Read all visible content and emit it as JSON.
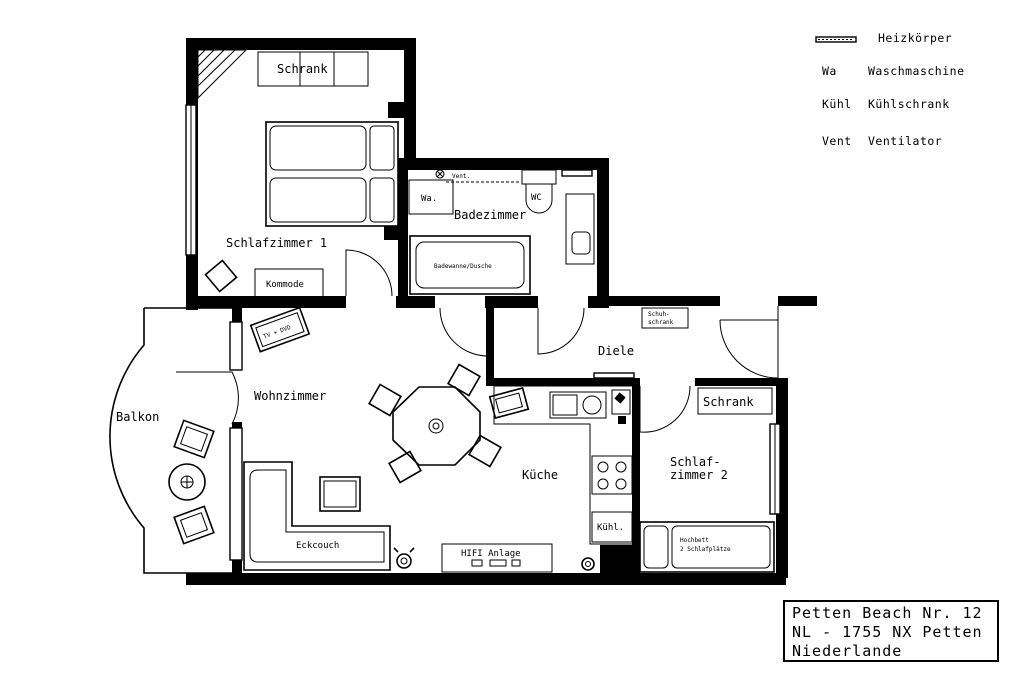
{
  "legend": {
    "heater_label": "Heizkörper",
    "items": [
      {
        "code": "Wa",
        "label": "Waschmaschine"
      },
      {
        "code": "Kühl",
        "label": "Kühlschrank"
      },
      {
        "code": "Vent",
        "label": "Ventilator"
      }
    ]
  },
  "rooms": {
    "schlafzimmer1": "Schlafzimmer 1",
    "badezimmer": "Badezimmer",
    "wohnzimmer": "Wohnzimmer",
    "balkon": "Balkon",
    "diele": "Diele",
    "kueche": "Küche",
    "schlafzimmer2_line1": "Schlaf-",
    "schlafzimmer2_line2": "zimmer 2"
  },
  "furniture": {
    "schrank1": "Schrank",
    "kommode": "Kommode",
    "wa": "Wa.",
    "vent": "Vent.",
    "wc": "WC",
    "bathtub": "Badewanne/Dusche",
    "tv": "TV + DVD",
    "schuhschrank_line1": "Schuh-",
    "schuhschrank_line2": "schrank",
    "schrank2": "Schrank",
    "kuehl": "Kühl.",
    "hochbett_line1": "Hochbett",
    "hochbett_line2": "2 Schlafplätze",
    "eckcouch": "Eckcouch",
    "hifi": "HIFI Anlage"
  },
  "address": {
    "line1": "Petten Beach Nr. 12",
    "line2": "NL - 1755 NX Petten",
    "line3": "Niederlande"
  }
}
